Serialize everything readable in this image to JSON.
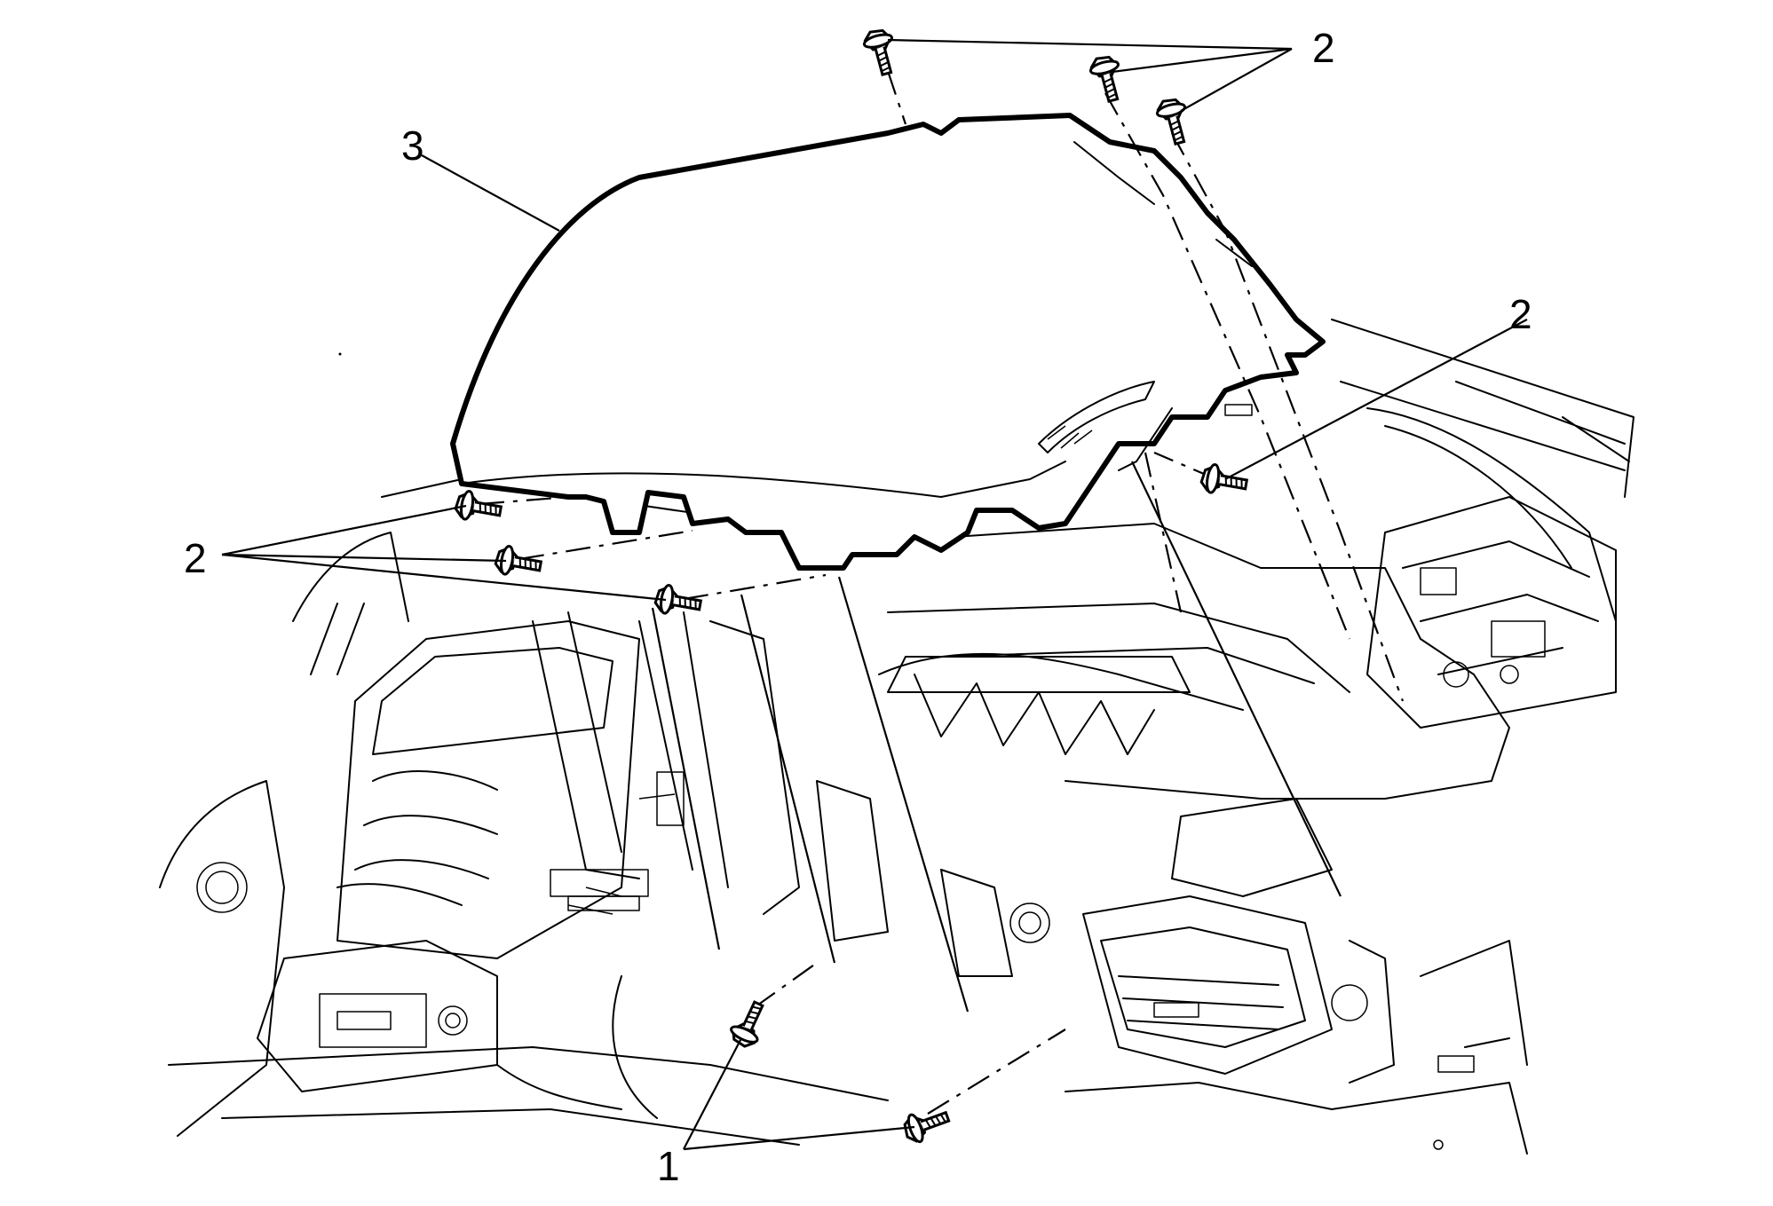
{
  "diagram": {
    "callouts": {
      "fastener_group_1": "1",
      "fastener_group_2_top": "2",
      "fastener_group_2_right": "2",
      "fastener_group_2_left": "2",
      "trim_panel_3": "3"
    },
    "colors": {
      "ink": "#000000",
      "background": "#ffffff"
    }
  }
}
